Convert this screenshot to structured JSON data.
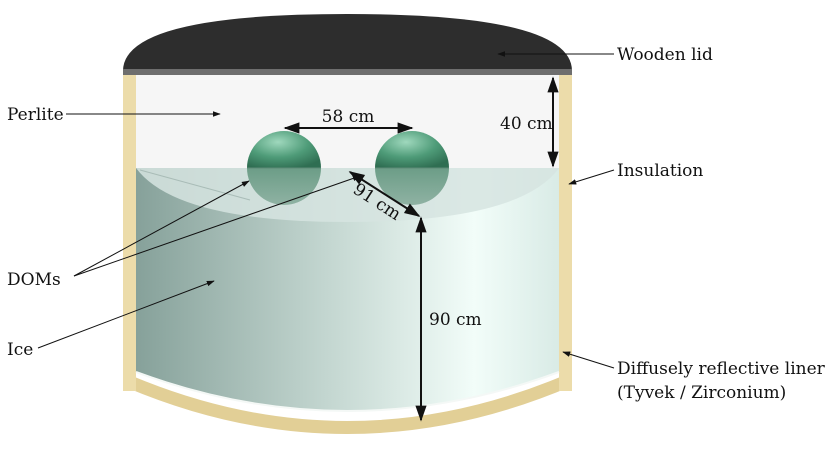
{
  "labels": {
    "wooden_lid": "Wooden lid",
    "perlite": "Perlite",
    "insulation": "Insulation",
    "doms": "DOMs",
    "ice": "Ice",
    "liner_line1": "Diffusely reflective liner",
    "liner_line2": "(Tyvek / Zirconium)"
  },
  "dimensions": {
    "dom_spacing": "58 cm",
    "perlite_depth": "40 cm",
    "diagonal": "91 cm",
    "ice_depth": "90 cm"
  },
  "colors": {
    "lid": "#2d2d2d",
    "lid_rim": "#6e6e6e",
    "insulation": "#ecdcaa",
    "perlite": "#f6f6f6",
    "ice_dark": "#8aa39d",
    "ice_light": "#eefbf7",
    "dom_green": "#4f9c7a"
  }
}
